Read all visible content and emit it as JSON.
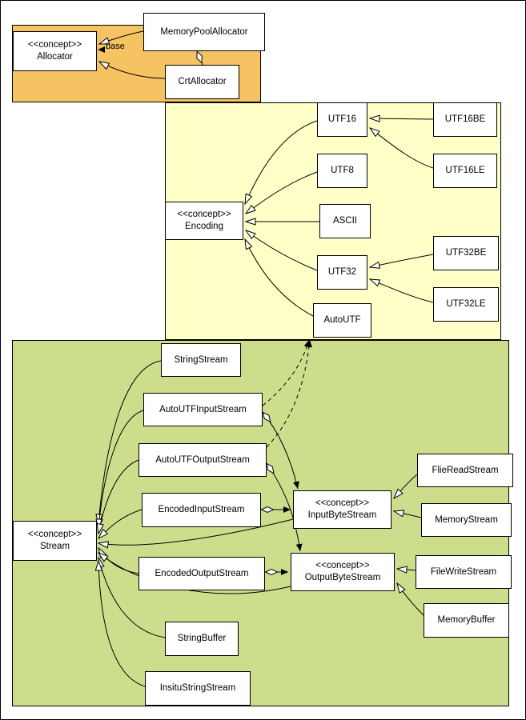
{
  "colors": {
    "allocator_region": "#f5c362",
    "encoding_region": "#ffffc8",
    "stream_region": "#ccde8c",
    "node_fill": "#ffffff",
    "line": "#000000"
  },
  "nodes": {
    "memory_pool_allocator": {
      "label": "MemoryPoolAllocator"
    },
    "allocator": {
      "stereotype": "<<concept>>",
      "label": "Allocator"
    },
    "crt_allocator": {
      "label": "CrtAllocator"
    },
    "utf16": {
      "label": "UTF16"
    },
    "utf16be": {
      "label": "UTF16BE"
    },
    "utf8": {
      "label": "UTF8"
    },
    "utf16le": {
      "label": "UTF16LE"
    },
    "encoding": {
      "stereotype": "<<concept>>",
      "label": "Encoding"
    },
    "ascii": {
      "label": "ASCII"
    },
    "utf32be": {
      "label": "UTF32BE"
    },
    "utf32": {
      "label": "UTF32"
    },
    "utf32le": {
      "label": "UTF32LE"
    },
    "autoutf": {
      "label": "AutoUTF"
    },
    "string_stream": {
      "label": "StringStream"
    },
    "autoutf_input_stream": {
      "label": "AutoUTFInputStream"
    },
    "autoutf_output_stream": {
      "label": "AutoUTFOutputStream"
    },
    "encoded_input_stream": {
      "label": "EncodedInputStream"
    },
    "stream": {
      "stereotype": "<<concept>>",
      "label": "Stream"
    },
    "input_byte_stream": {
      "stereotype": "<<concept>>",
      "label": "InputByteStream"
    },
    "flie_read_stream": {
      "label": "FlieReadStream"
    },
    "memory_stream": {
      "label": "MemoryStream"
    },
    "encoded_output_stream": {
      "label": "EncodedOutputStream"
    },
    "output_byte_stream": {
      "stereotype": "<<concept>>",
      "label": "OutputByteStream"
    },
    "file_write_stream": {
      "label": "FileWriteStream"
    },
    "memory_buffer": {
      "label": "MemoryBuffer"
    },
    "string_buffer": {
      "label": "StringBuffer"
    },
    "insitu_string_stream": {
      "label": "InsituStringStream"
    }
  },
  "edge_labels": {
    "base": "base"
  }
}
